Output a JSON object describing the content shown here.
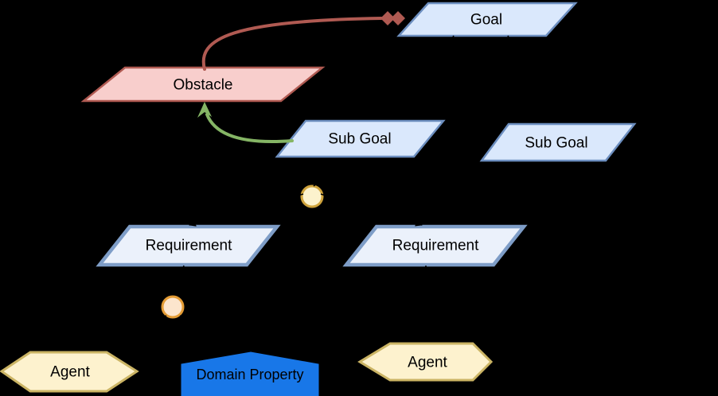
{
  "diagram": {
    "title": "KAOS goal model diagram",
    "background_color": "#000000",
    "label_color": "#000000",
    "nodes": {
      "goal": {
        "label": "Goal",
        "shape": "parallelogram",
        "fill": "#DAE8FC",
        "stroke": "#6C8EBF"
      },
      "obstacle": {
        "label": "Obstacle",
        "shape": "parallelogram",
        "fill": "#F8CECC",
        "stroke": "#B05A52"
      },
      "subgoal1": {
        "label": "Sub Goal",
        "shape": "parallelogram",
        "fill": "#DAE8FC",
        "stroke": "#6C8EBF"
      },
      "subgoal2": {
        "label": "Sub Goal",
        "shape": "parallelogram",
        "fill": "#DAE8FC",
        "stroke": "#6C8EBF"
      },
      "requirement1": {
        "label": "Requirement",
        "shape": "parallelogram-thick-border",
        "fill": "#EBF1FB",
        "stroke": "#7E9DC7"
      },
      "requirement2": {
        "label": "Requirement",
        "shape": "parallelogram-thick-border",
        "fill": "#EBF1FB",
        "stroke": "#7E9DC7"
      },
      "agent1": {
        "label": "Agent",
        "shape": "hexagon",
        "fill": "#FDF2CE",
        "stroke": "#CBB464"
      },
      "agent2": {
        "label": "Agent",
        "shape": "hexagon",
        "fill": "#FDF2CE",
        "stroke": "#CBB464"
      },
      "domain_property": {
        "label": "Domain Property",
        "shape": "house-pentagon",
        "fill": "#1877E8",
        "stroke": "#1877E8",
        "text_color": "#F2F2F2"
      },
      "and_circle_upper": {
        "label": "",
        "shape": "circle",
        "fill": "#FCF2CD",
        "stroke": "#CFA33C"
      },
      "and_circle_lower": {
        "label": "",
        "shape": "circle",
        "fill": "#FCE5CD",
        "stroke": "#E49C35"
      }
    },
    "edges": {
      "obstruction": {
        "from": "obstacle",
        "to": "goal",
        "color": "#B05A52",
        "head": "double-diamond",
        "style": "curved"
      },
      "resolution": {
        "from": "subgoal1",
        "to": "obstacle",
        "color": "#85B565",
        "head": "arrow",
        "style": "curved"
      },
      "refinement": {
        "color": "#000000",
        "head": "arrow",
        "note": "thin black refinement/assignment links between goal, sub goals, circles, requirements, agents and domain property"
      }
    }
  }
}
